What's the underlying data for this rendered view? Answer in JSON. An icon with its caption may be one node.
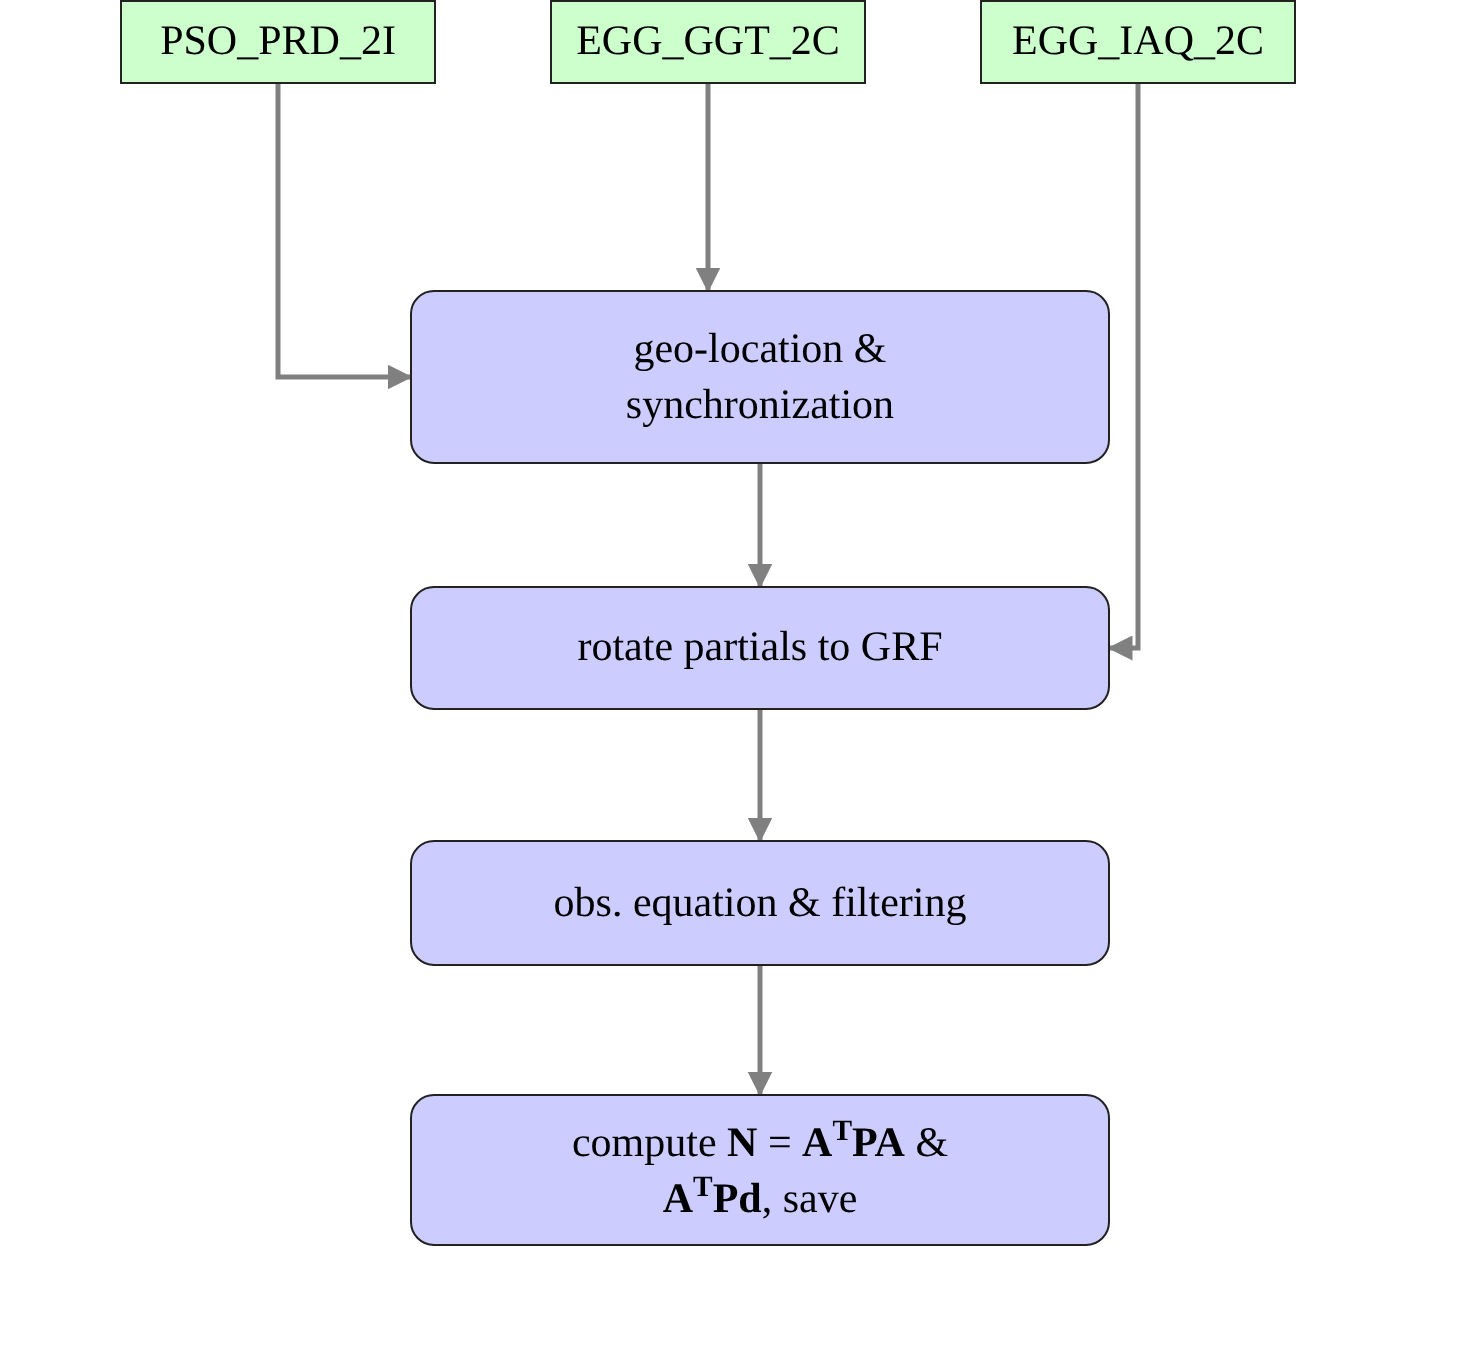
{
  "diagram": {
    "nodes": [
      {
        "text": [
          "PSO_PRD_2I"
        ]
      },
      {
        "text": [
          "EGG_GGT_2C"
        ]
      },
      {
        "text": [
          "EGG_IAQ_2C"
        ]
      },
      {
        "text": [
          "geo-location & synchronization"
        ]
      },
      {
        "text": [
          "rotate partials to GRF"
        ]
      },
      {
        "text": [
          "obs. equation & filtering"
        ]
      },
      {
        "text": [
          "compute **N** = **A**$^{T}$**PA** & **A**$^{T}$**Pd**, save"
        ]
      }
    ],
    "edges": [
      {
        "from": 0,
        "to": 3,
        "arrow": "to"
      },
      {
        "from": 1,
        "to": 3,
        "arrow": "to"
      },
      {
        "from": 2,
        "to": 4,
        "arrow": "to"
      },
      {
        "from": 3,
        "to": 4,
        "arrow": "to"
      },
      {
        "from": 4,
        "to": 5,
        "arrow": "to"
      },
      {
        "from": 5,
        "to": 6,
        "arrow": "to"
      }
    ]
  }
}
